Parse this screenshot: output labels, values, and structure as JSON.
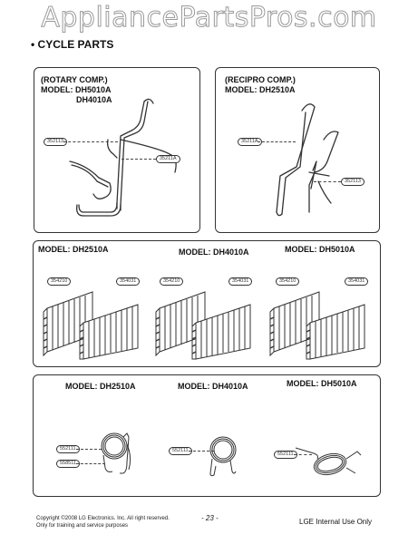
{
  "watermark": "AppliancePartsPros.com",
  "section_title": "• CYCLE PARTS",
  "panel_rotary": {
    "heading": "(ROTARY COMP.)",
    "model_line1": "MODEL: DH5010A",
    "model_line2": "DH4010A",
    "tag_a": "352113",
    "tag_b": "35211A"
  },
  "panel_recipro": {
    "heading": "(RECIPRO COMP.)",
    "model_line": "MODEL: DH2510A",
    "tag_a": "35211A",
    "tag_b": "352113"
  },
  "coils": {
    "models": [
      "MODEL: DH2510A",
      "MODEL: DH4010A",
      "MODEL: DH5010A"
    ],
    "tag_left": "354210",
    "tag_right": "354031"
  },
  "caps": {
    "models": [
      "MODEL: DH2510A",
      "MODEL: DH4010A",
      "MODEL: DH5010A"
    ],
    "tag_main": "552111",
    "tag_extra": "558511"
  },
  "footer": {
    "copyright": "Copyright ©2008 LG Electronics. Inc. All right reserved.",
    "training": "Only for training and service purposes",
    "page": "- 23 -",
    "internal": "LGE Internal Use Only"
  }
}
